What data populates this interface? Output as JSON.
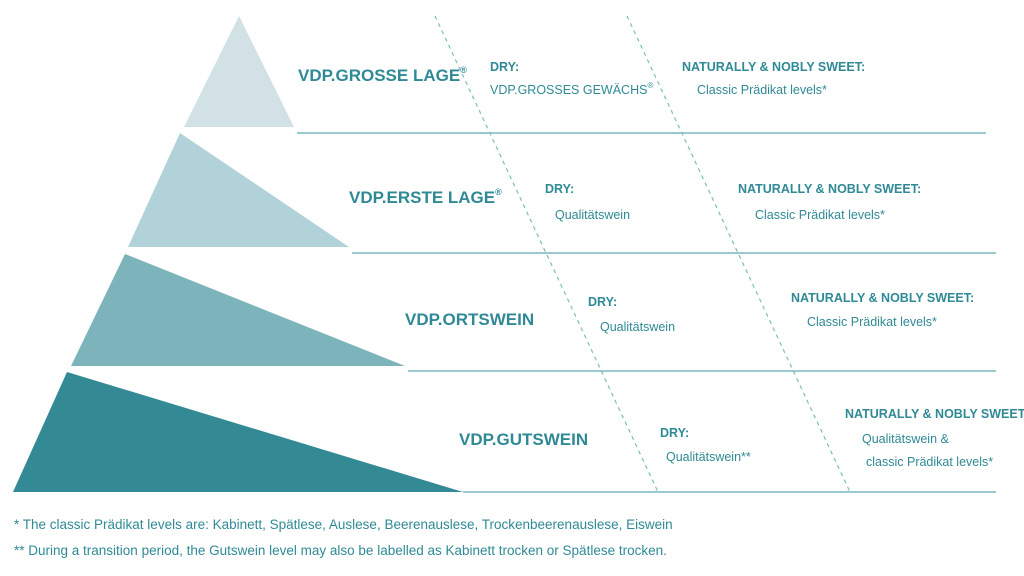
{
  "levels": [
    {
      "name": "VDP.GROSSE LAGE",
      "mark": "®",
      "color": "#d2e1e6",
      "dry_label": "DRY:",
      "dry_value": "VDP.GROSSES GEWÄCHS",
      "dry_mark": "®",
      "sweet_label": "NATURALLY & NOBLY SWEET:",
      "sweet_lines": [
        "Classic Prädikat levels*"
      ]
    },
    {
      "name": "VDP.ERSTE LAGE",
      "mark": "®",
      "color": "#b2d2d9",
      "dry_label": "DRY:",
      "dry_value": "Qualitätswein",
      "dry_mark": "",
      "sweet_label": "NATURALLY & NOBLY SWEET:",
      "sweet_lines": [
        "Classic Prädikat levels*"
      ]
    },
    {
      "name": "VDP.ORTSWEIN",
      "mark": "",
      "color": "#7db3bb",
      "dry_label": "DRY:",
      "dry_value": "Qualitätswein",
      "dry_mark": "",
      "sweet_label": "NATURALLY & NOBLY SWEET:",
      "sweet_lines": [
        "Classic Prädikat levels*"
      ]
    },
    {
      "name": "VDP.GUTSWEIN",
      "mark": "",
      "color": "#338a95",
      "dry_label": "DRY:",
      "dry_value": "Qualitätswein**",
      "dry_mark": "",
      "sweet_label": "NATURALLY & NOBLY SWEET:",
      "sweet_lines": [
        "Qualitätswein &",
        "classic Prädikat levels*"
      ]
    }
  ],
  "footnotes": [
    "* The classic Prädikat levels are: Kabinett, Spätlese, Auslese, Beerenauslese, Trockenbeerenauslese, Eiswein",
    "** During a transition period, the Gutswein level may also be labelled as Kabinett trocken or Spätlese trocken."
  ],
  "colors": {
    "text": "#2f8a95",
    "rule": "#5ea9b3"
  }
}
